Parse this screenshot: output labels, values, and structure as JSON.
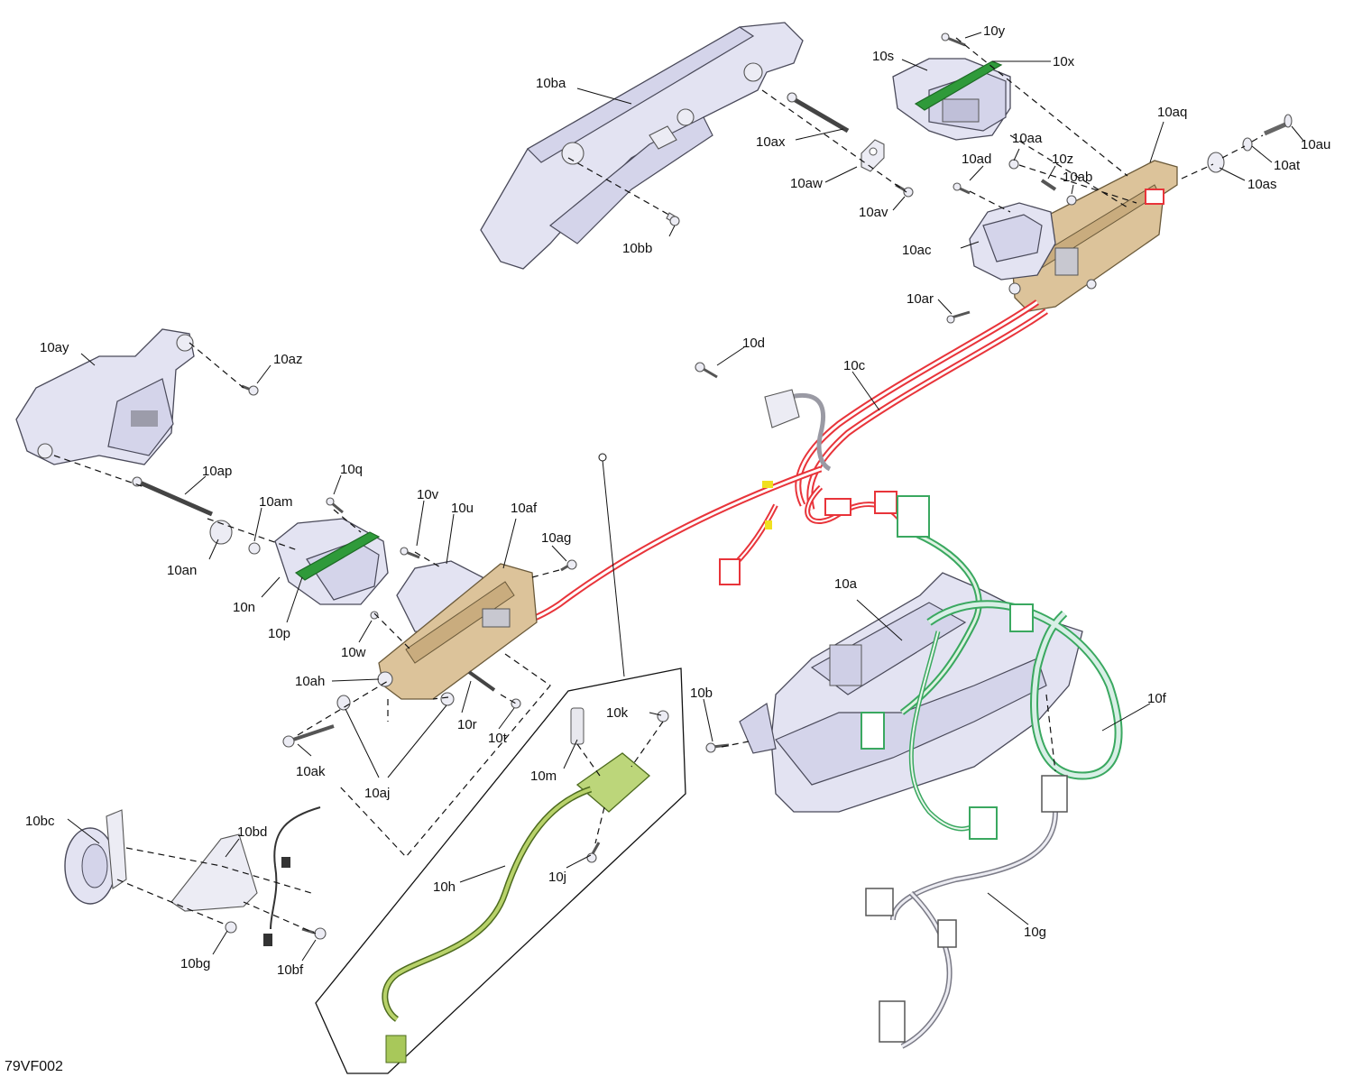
{
  "diagram_code": "79VF002",
  "labels": [
    {
      "id": "10ba",
      "text": "10ba"
    },
    {
      "id": "10bb",
      "text": "10bb"
    },
    {
      "id": "10ax",
      "text": "10ax"
    },
    {
      "id": "10aw",
      "text": "10aw"
    },
    {
      "id": "10av",
      "text": "10av"
    },
    {
      "id": "10y",
      "text": "10y"
    },
    {
      "id": "10s",
      "text": "10s"
    },
    {
      "id": "10x",
      "text": "10x"
    },
    {
      "id": "10aq",
      "text": "10aq"
    },
    {
      "id": "10aa",
      "text": "10aa"
    },
    {
      "id": "10ad",
      "text": "10ad"
    },
    {
      "id": "10z",
      "text": "10z"
    },
    {
      "id": "10ab",
      "text": "10ab"
    },
    {
      "id": "10au",
      "text": "10au"
    },
    {
      "id": "10at",
      "text": "10at"
    },
    {
      "id": "10as",
      "text": "10as"
    },
    {
      "id": "10ac",
      "text": "10ac"
    },
    {
      "id": "10ar",
      "text": "10ar"
    },
    {
      "id": "10d",
      "text": "10d"
    },
    {
      "id": "10c",
      "text": "10c"
    },
    {
      "id": "10ay",
      "text": "10ay"
    },
    {
      "id": "10az",
      "text": "10az"
    },
    {
      "id": "10ap",
      "text": "10ap"
    },
    {
      "id": "10q",
      "text": "10q"
    },
    {
      "id": "10am",
      "text": "10am"
    },
    {
      "id": "10v",
      "text": "10v"
    },
    {
      "id": "10u",
      "text": "10u"
    },
    {
      "id": "10af",
      "text": "10af"
    },
    {
      "id": "10ag",
      "text": "10ag"
    },
    {
      "id": "10an",
      "text": "10an"
    },
    {
      "id": "10n",
      "text": "10n"
    },
    {
      "id": "10p",
      "text": "10p"
    },
    {
      "id": "10w",
      "text": "10w"
    },
    {
      "id": "10ah",
      "text": "10ah"
    },
    {
      "id": "10r",
      "text": "10r"
    },
    {
      "id": "10t",
      "text": "10t"
    },
    {
      "id": "10ak",
      "text": "10ak"
    },
    {
      "id": "10aj",
      "text": "10aj"
    },
    {
      "id": "10a",
      "text": "10a"
    },
    {
      "id": "10b",
      "text": "10b"
    },
    {
      "id": "10f",
      "text": "10f"
    },
    {
      "id": "10k",
      "text": "10k"
    },
    {
      "id": "10m",
      "text": "10m"
    },
    {
      "id": "10j",
      "text": "10j"
    },
    {
      "id": "10h",
      "text": "10h"
    },
    {
      "id": "10g",
      "text": "10g"
    },
    {
      "id": "10bc",
      "text": "10bc"
    },
    {
      "id": "10bd",
      "text": "10bd"
    },
    {
      "id": "10bg",
      "text": "10bg"
    },
    {
      "id": "10bf",
      "text": "10bf"
    }
  ],
  "colors": {
    "harness_red": "#e8343a",
    "harness_green": "#3aa860",
    "cable_green": "#a8c85a",
    "module_tan": "#dcc39a",
    "part_lavender": "#e3e3f2",
    "highlight_green": "#2f9a3a"
  }
}
